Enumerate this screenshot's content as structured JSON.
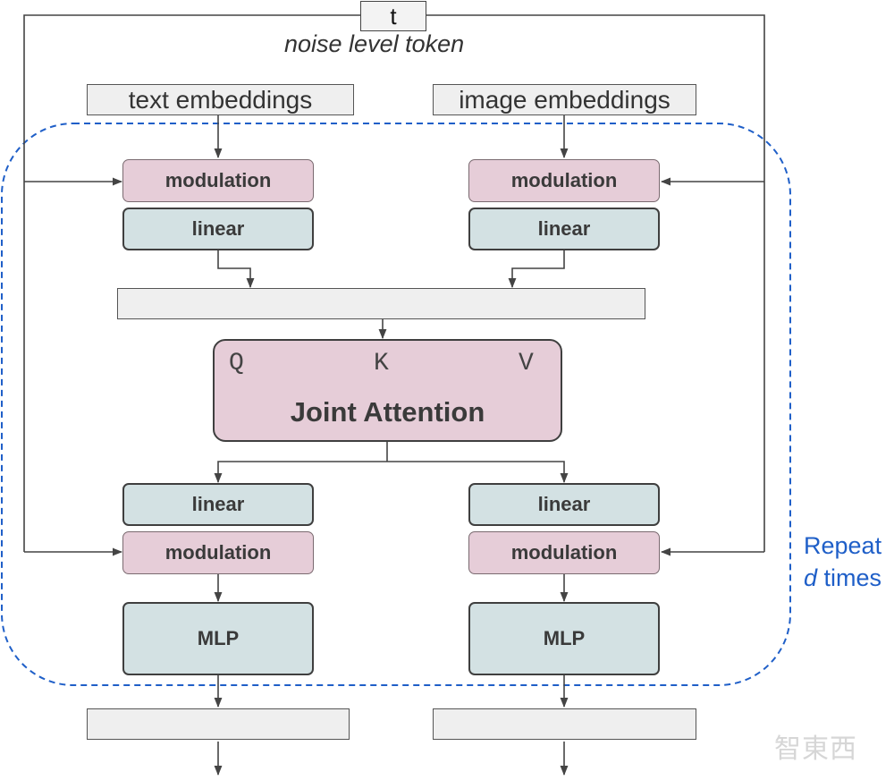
{
  "noise": {
    "token_label": "t",
    "caption": "noise level token"
  },
  "inputs": {
    "text": "text embeddings",
    "image": "image embeddings"
  },
  "left_branch": {
    "top_modulation": "modulation",
    "top_linear": "linear",
    "bottom_linear": "linear",
    "bottom_modulation": "modulation",
    "mlp": "MLP"
  },
  "right_branch": {
    "top_modulation": "modulation",
    "top_linear": "linear",
    "bottom_linear": "linear",
    "bottom_modulation": "modulation",
    "mlp": "MLP"
  },
  "attention": {
    "q": "Q",
    "k": "K",
    "v": "V",
    "title": "Joint Attention"
  },
  "repeat": {
    "line1": "Repeat",
    "var": "d",
    "line2_rest": " times"
  },
  "watermark": "智東西",
  "colors": {
    "modulation_fill": "#e6cdd8",
    "linear_fill": "#d3e1e3",
    "repeat_border": "#1f5fc8",
    "wire": "#444444"
  }
}
